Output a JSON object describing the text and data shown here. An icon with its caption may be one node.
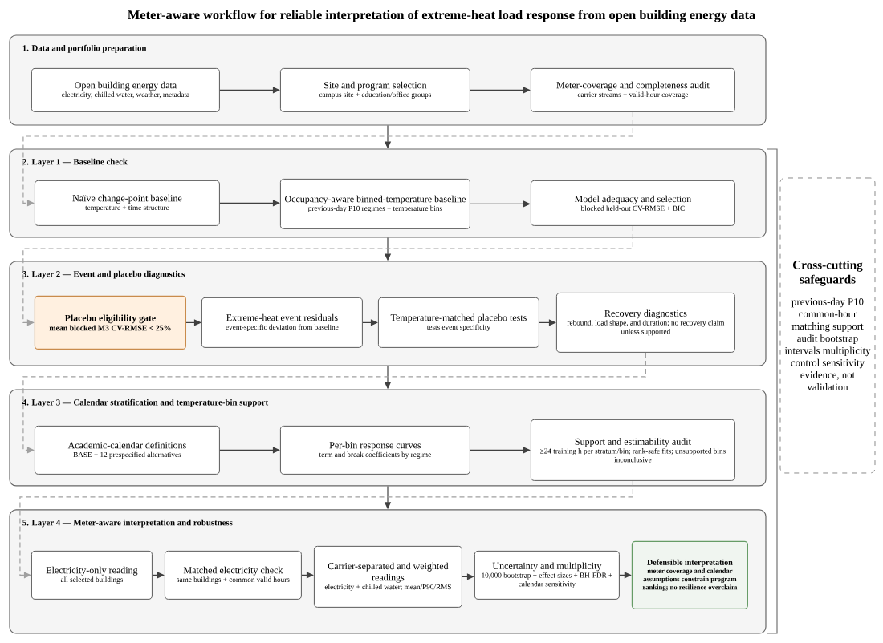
{
  "diagram": {
    "title": "Meter-aware workflow for reliable interpretation of extreme-heat load response from open building energy data",
    "nodes": [
      {
        "text": [
          "1. Data and portfolio preparation"
        ]
      },
      {
        "text": [
          "Open building energy data",
          "electricity, chilled water, weather, metadata"
        ],
        "in": 0
      },
      {
        "text": [
          "Site and program selection",
          "campus site + education/office groups"
        ],
        "in": 0
      },
      {
        "text": [
          "Meter-coverage and completeness audit",
          "carrier streams + valid-hour coverage"
        ],
        "in": 0
      },
      {
        "text": [
          "2. Layer 1 — Baseline check"
        ]
      },
      {
        "text": [
          "Naïve change-point baseline",
          "temperature + time structure"
        ],
        "in": 4
      },
      {
        "text": [
          "Occupancy-aware binned-temperature baseline",
          "previous-day P10 regimes + temperature bins"
        ],
        "in": 4
      },
      {
        "text": [
          "Model adequacy and selection",
          "blocked held-out CV-RMSE + BIC"
        ],
        "in": 4
      },
      {
        "text": [
          "3. Layer 2 — Event and placebo diagnostics"
        ]
      },
      {
        "text": [
          "Placebo eligibility gate",
          "mean blocked M3 CV-RMSE < 25%"
        ],
        "in": 8
      },
      {
        "text": [
          "Extreme-heat event residuals",
          "event-specific deviation from baseline"
        ],
        "in": 8
      },
      {
        "text": [
          "Temperature-matched placebo tests",
          "tests event specificity"
        ],
        "in": 8
      },
      {
        "text": [
          "Recovery diagnostics",
          "rebound, load shape, and duration; no recovery claim unless supported"
        ],
        "in": 8
      },
      {
        "text": [
          "4. Layer 3 — Calendar stratification and temperature-bin support"
        ]
      },
      {
        "text": [
          "Academic-calendar definitions",
          "BASE + 12 prespecified alternatives"
        ],
        "in": 13
      },
      {
        "text": [
          "Per-bin response curves",
          "term and break coefficients by regime"
        ],
        "in": 13
      },
      {
        "text": [
          "Support and estimability audit",
          "≥24 training h per stratum/bin; rank-safe fits; unsupported bins inconclusive"
        ],
        "in": 13
      },
      {
        "text": [
          "5. Layer 4 — Meter-aware interpretation and robustness"
        ]
      },
      {
        "text": [
          "Electricity-only reading",
          "all selected buildings"
        ],
        "in": 17
      },
      {
        "text": [
          "Matched electricity check",
          "same buildings + common valid hours"
        ],
        "in": 17
      },
      {
        "text": [
          "Carrier-separated and weighted readings",
          "electricity + chilled water; mean/P90/RMS"
        ],
        "in": 17
      },
      {
        "text": [
          "Uncertainty and multiplicity",
          "10,000 bootstrap + effect sizes + BH-FDR + calendar sensitivity"
        ],
        "in": 17
      },
      {
        "text": [
          "Defensible interpretation",
          "meter coverage and calendar assumptions constrain program ranking; no resilience overclaim"
        ],
        "in": 17
      },
      {
        "text": [
          "Cross-cutting safeguards",
          "previous-day P10 common-hour matching support audit bootstrap intervals multiplicity control sensitivity evidence, not validation"
        ]
      }
    ],
    "edges": [
      {
        "from": 1,
        "to": 2,
        "arrow": "to"
      },
      {
        "from": 2,
        "to": 3,
        "arrow": "to"
      },
      {
        "from": 0,
        "to": 4,
        "arrow": "to"
      },
      {
        "from": 3,
        "to": 5,
        "arrow": "to",
        "style": "dashed",
        "color": "#a0a0a0"
      },
      {
        "from": 5,
        "to": 6,
        "arrow": "to"
      },
      {
        "from": 6,
        "to": 7,
        "arrow": "to"
      },
      {
        "from": 4,
        "to": 8,
        "arrow": "to"
      },
      {
        "from": 7,
        "to": 9,
        "arrow": "to",
        "style": "dashed",
        "color": "#a0a0a0"
      },
      {
        "from": 9,
        "to": 10,
        "arrow": "to"
      },
      {
        "from": 10,
        "to": 11,
        "arrow": "to"
      },
      {
        "from": 11,
        "to": 12,
        "arrow": "to"
      },
      {
        "from": 8,
        "to": 13,
        "arrow": "to"
      },
      {
        "from": 12,
        "to": 14,
        "arrow": "to",
        "style": "dashed",
        "color": "#a0a0a0"
      },
      {
        "from": 14,
        "to": 15,
        "arrow": "to"
      },
      {
        "from": 15,
        "to": 16,
        "arrow": "to"
      },
      {
        "from": 13,
        "to": 17,
        "arrow": "to"
      },
      {
        "from": 16,
        "to": 18,
        "arrow": "to",
        "style": "dashed",
        "color": "#a0a0a0"
      },
      {
        "from": 18,
        "to": 19,
        "arrow": "to"
      },
      {
        "from": 19,
        "to": 20,
        "arrow": "to"
      },
      {
        "from": 20,
        "to": 21,
        "arrow": "to"
      },
      {
        "from": 21,
        "to": 22,
        "arrow": "to"
      }
    ]
  }
}
